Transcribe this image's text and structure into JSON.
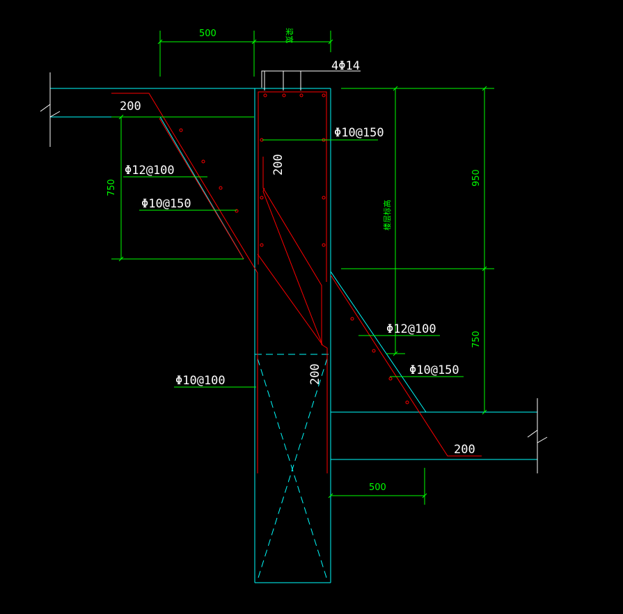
{
  "drawing": {
    "background": "#000000",
    "colors": {
      "outline": "#00ffff",
      "rebar": "#ff0000",
      "dimension": "#00ff00",
      "leader": "#00ff00",
      "text": "#ffffff",
      "break_line": "#ffffff"
    },
    "labels": {
      "top_bars": "4Φ14",
      "stirrup_upper": "Φ10@150",
      "upper_thickness": "200",
      "upper_rebar_main": "Φ12@100",
      "upper_rebar_dist": "Φ10@150",
      "column_cover_upper": "200",
      "column_cover_lower": "200",
      "stirrup_lower": "Φ10@100",
      "lower_rebar_main": "Φ12@100",
      "lower_rebar_dist": "Φ10@150",
      "lower_thickness": "200"
    },
    "dimensions": {
      "top_left_width": "500",
      "top_beam_width": "梁宽",
      "left_height": "750",
      "right_upper_height": "950",
      "right_lower_height": "750",
      "right_vertical_note": "楼层标高",
      "bottom_width": "500"
    }
  }
}
